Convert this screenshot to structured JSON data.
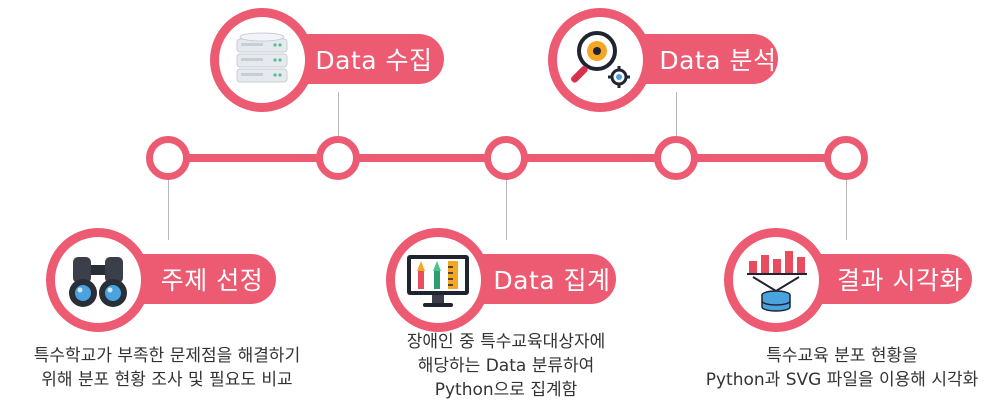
{
  "accent_color": "#ec5b72",
  "stages": [
    {
      "title": "주제 선정",
      "icon": "binoculars-icon",
      "caption": [
        "특수학교가 부족한 문제점을 해결하기",
        "위해 분포 현황 조사 및 필요도 비교"
      ]
    },
    {
      "title": "Data 수집",
      "icon": "server-icon",
      "caption": []
    },
    {
      "title": "Data 집계",
      "icon": "design-tools-monitor-icon",
      "caption": [
        "장애인 중 특수교육대상자에",
        "해당하는 Data 분류하여",
        "Python으로 집계함"
      ]
    },
    {
      "title": "Data 분석",
      "icon": "magnifier-gears-icon",
      "caption": []
    },
    {
      "title": "결과 시각화",
      "icon": "chart-database-icon",
      "caption": [
        "특수교육 분포 현황을",
        "Python과 SVG 파일을 이용해 시각화"
      ]
    }
  ]
}
